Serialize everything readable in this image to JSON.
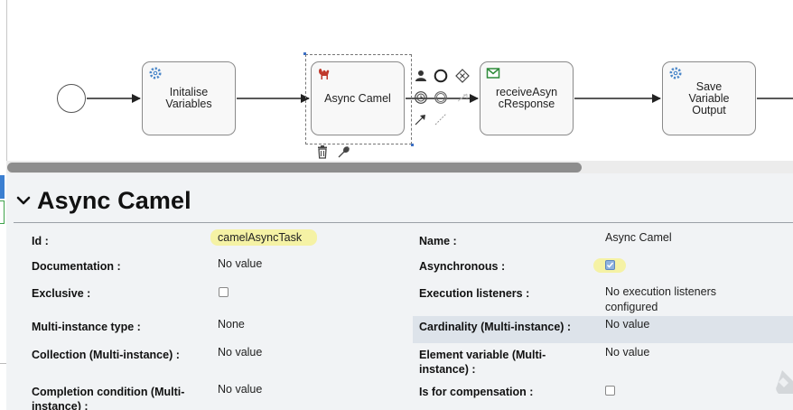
{
  "canvas": {
    "tasks": {
      "init": "Initalise Variables",
      "async": "Async Camel",
      "receive": "receiveAsyncResponse",
      "save": "Save Variable Output"
    }
  },
  "properties": {
    "title": "Async Camel",
    "rows": [
      {
        "left_label": "Id :",
        "left_value": "camelAsyncTask",
        "right_label": "Name :",
        "right_value": "Async Camel"
      },
      {
        "left_label": "Documentation :",
        "left_value": "No value",
        "right_label": "Asynchronous :",
        "right_checked": true
      },
      {
        "left_label": "Exclusive :",
        "left_checked": false,
        "right_label": "Execution listeners :",
        "right_value": "No execution listeners configured"
      },
      {
        "left_label": "Multi-instance type :",
        "left_value": "None",
        "right_label": "Cardinality (Multi-instance) :",
        "right_value": "No value"
      },
      {
        "left_label": "Collection (Multi-instance) :",
        "left_value": "No value",
        "right_label": "Element variable (Multi-instance) :",
        "right_value": "No value"
      },
      {
        "left_label": "Completion condition (Multi-instance) :",
        "left_value": "No value",
        "right_label": "Is for compensation :",
        "right_checked": false
      }
    ]
  },
  "colors": {
    "accent_blue": "#3b7fd1",
    "highlight_yellow": "#f5f28a",
    "camel_red": "#c0392b",
    "message_green": "#2e8b3a",
    "gear_blue": "#4a86c8"
  },
  "icons": [
    "service-task-gear-icon",
    "camel-icon",
    "message-envelope-icon",
    "trash-icon",
    "wrench-icon",
    "user-task-icon",
    "end-event-icon",
    "gateway-icon",
    "intermediate-event-icon",
    "sequence-flow-icon",
    "association-icon",
    "chevron-down-icon"
  ]
}
